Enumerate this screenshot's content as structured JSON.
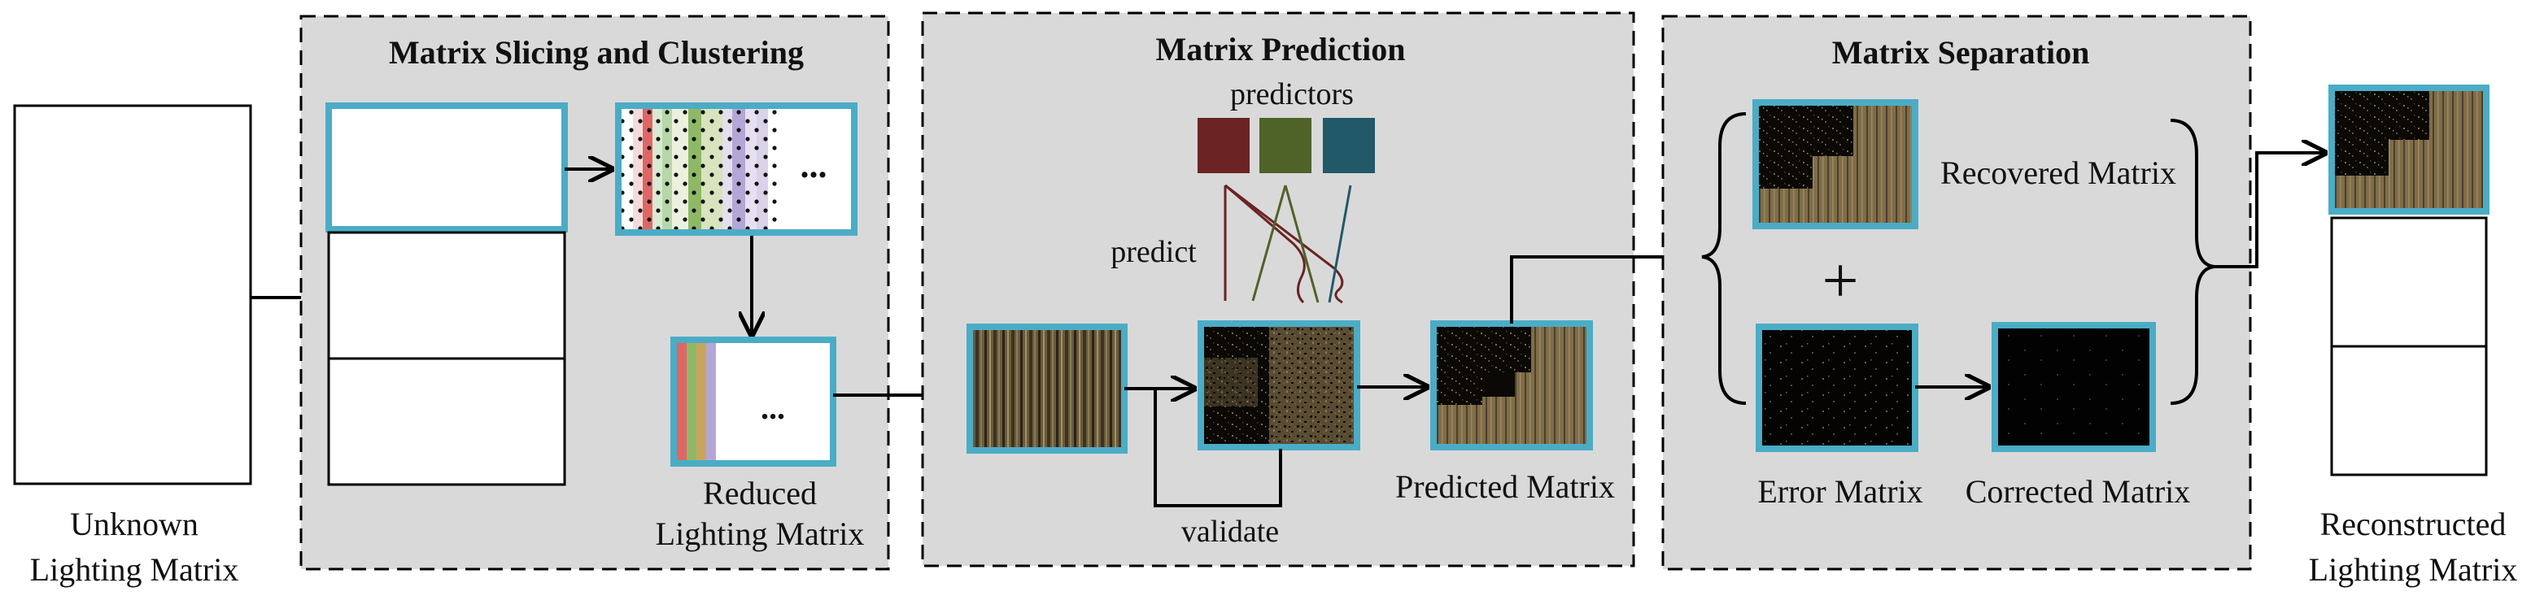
{
  "stages": {
    "slicing": "Matrix Slicing and Clustering",
    "prediction": "Matrix Prediction",
    "separation": "Matrix Separation"
  },
  "labels": {
    "unknown_line1": "Unknown",
    "unknown_line2": "Lighting Matrix",
    "reduced_line1": "Reduced",
    "reduced_line2": "Lighting Matrix",
    "predictors": "predictors",
    "predict": "predict",
    "validate": "validate",
    "predicted_matrix": "Predicted Matrix",
    "recovered_matrix": "Recovered Matrix",
    "error_matrix": "Error Matrix",
    "corrected_matrix": "Corrected Matrix",
    "plus": "+",
    "reconstructed_line1": "Reconstructed",
    "reconstructed_line2": "Lighting Matrix",
    "ellipsis": "..."
  },
  "colors": {
    "panel_fill": "#d9d9d9",
    "frame_blue": "#4bacc6",
    "predictor_1": "#6b2323",
    "predictor_2": "#4f6228",
    "predictor_3": "#215968",
    "matrix_dark": "#0d0b06",
    "matrix_gold": "#7d6a45"
  }
}
